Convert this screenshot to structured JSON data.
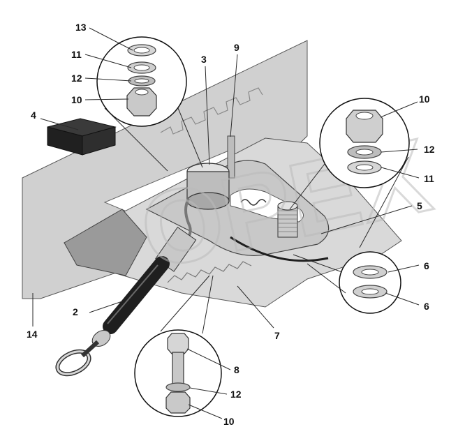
{
  "callouts": {
    "c13": "13",
    "c11a": "11",
    "c12a": "12",
    "c10a": "10",
    "c3": "3",
    "c9": "9",
    "c4": "4",
    "c10b": "10",
    "c12b": "12",
    "c11b": "11",
    "c5": "5",
    "c6a": "6",
    "c6b": "6",
    "c2": "2",
    "c7": "7",
    "c14": "14",
    "c8": "8",
    "c12c": "12",
    "c10c": "10"
  },
  "colors": {
    "plate": "#d3d3d3",
    "plate_dark": "#a9a9a9",
    "block": "#2b2b2b",
    "hose": "#1f1f1f",
    "magnifier_border": "#111111",
    "watermark": "#e6e6e6"
  }
}
